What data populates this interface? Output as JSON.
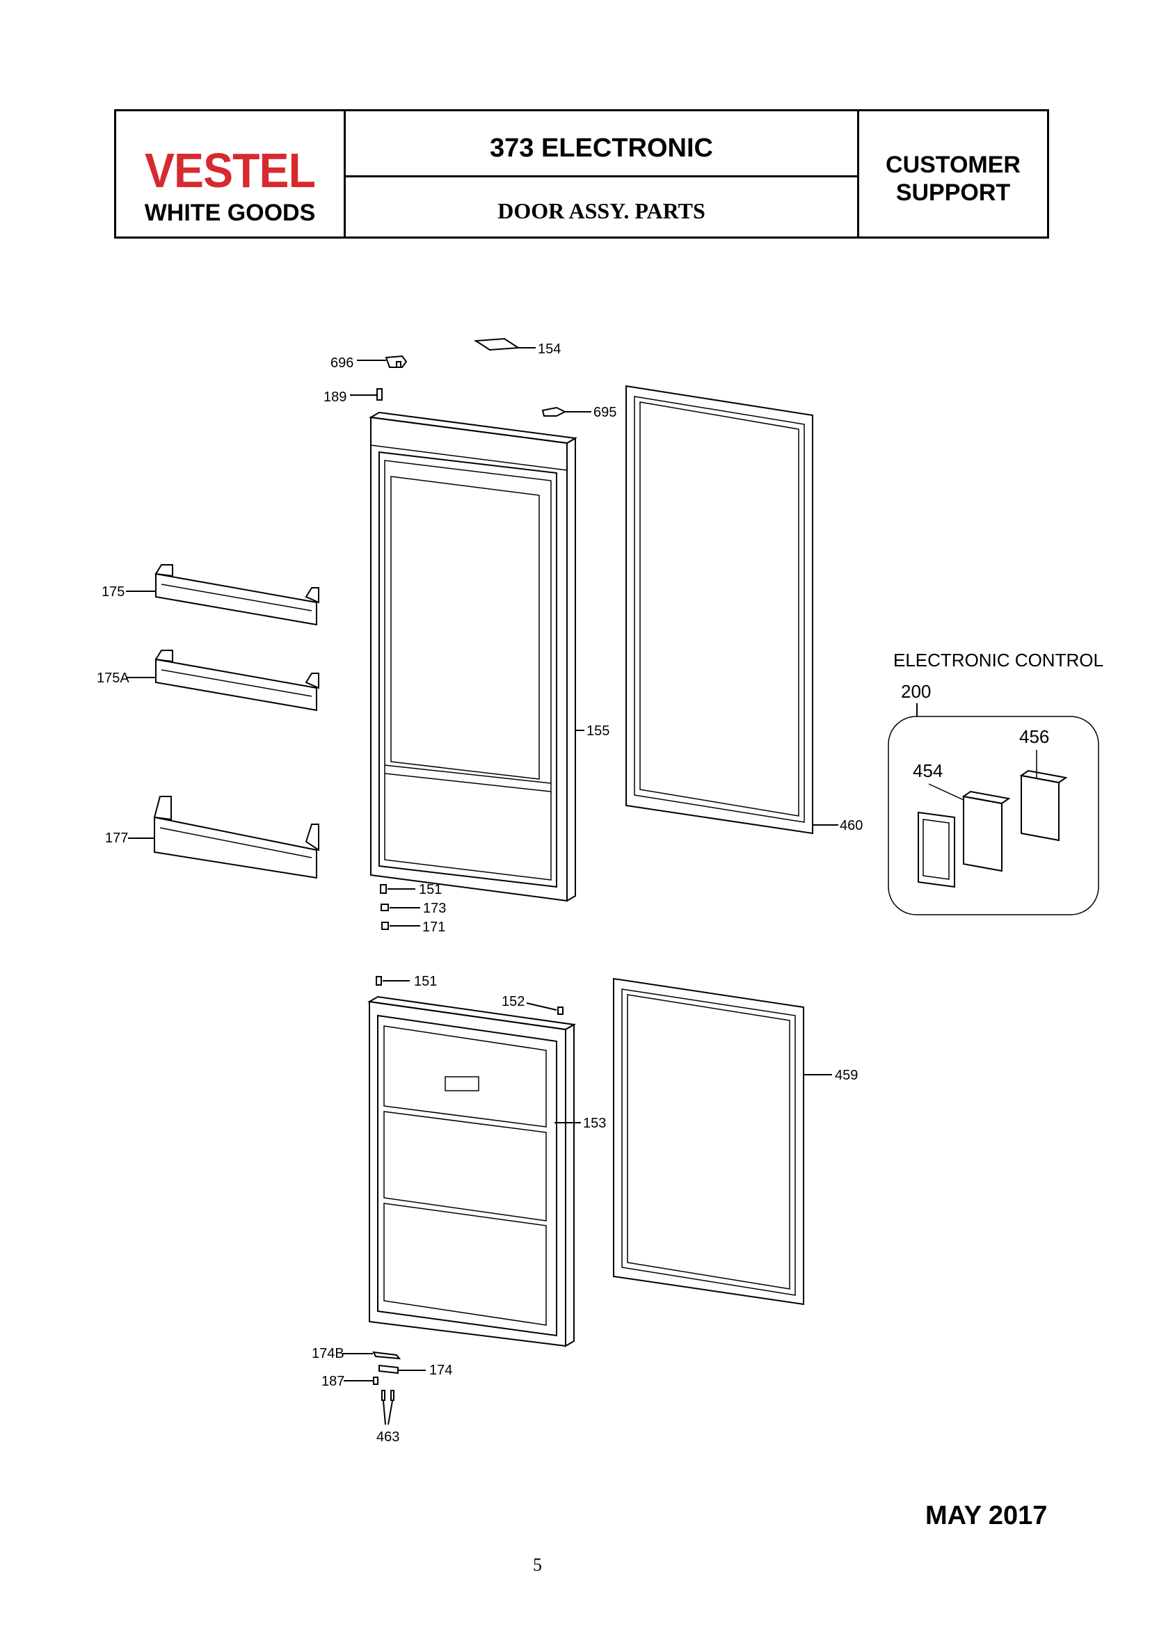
{
  "header": {
    "brand": "VESTEL",
    "brand_sub": "WHITE GOODS",
    "model": "373  ELECTRONIC",
    "section": "DOOR ASSY. PARTS",
    "support_line1": "CUSTOMER",
    "support_line2": "SUPPORT"
  },
  "colors": {
    "brand": "#d62a2f",
    "line": "#000000"
  },
  "callouts": {
    "p696": "696",
    "p154": "154",
    "p189": "189",
    "p695": "695",
    "p175": "175",
    "p175A": "175A",
    "p177": "177",
    "p155": "155",
    "p460": "460",
    "p151a": "151",
    "p173": "173",
    "p171": "171",
    "p151b": "151",
    "p152": "152",
    "p459": "459",
    "p153": "153",
    "p174B": "174B",
    "p174": "174",
    "p187": "187",
    "p463": "463"
  },
  "electronic_control": {
    "title": "ELECTRONIC CONTROL",
    "p200": "200",
    "p454": "454",
    "p456": "456"
  },
  "footer": {
    "date": "MAY 2017",
    "page": "5"
  }
}
